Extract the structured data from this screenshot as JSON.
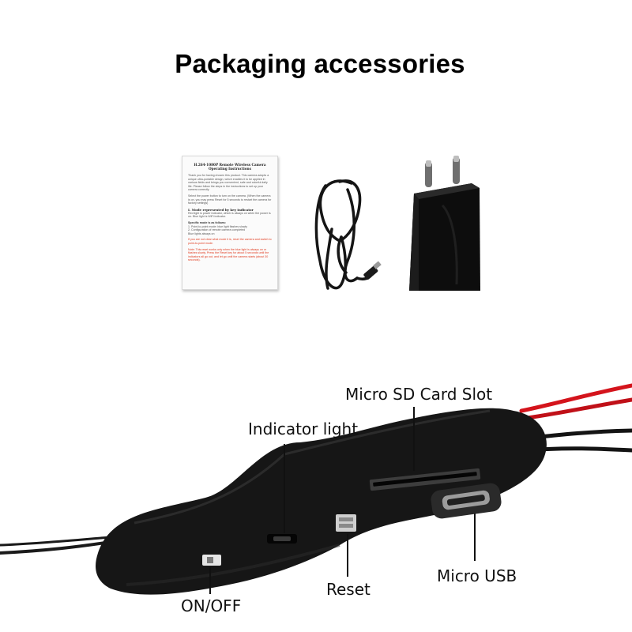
{
  "title": "Packaging accessories",
  "manual": {
    "title": "H.264-1080P Remote Wireless Camera Operating Instructions",
    "intro": "Thank you for having chosen this product. This camera adopts a unique ultra-portable design, which enables it to be applied in various fields and brings you convenient, safe and colorful daily life. Please follow the steps in the instructions to set up your camera correctly.",
    "power": "Select the power button to turn on the camera. (When the camera is on, you may press Reset for 5 seconds to restart the camera for factory settings)",
    "section": "I. Mode represented by key indicator",
    "indicator": "Red light is power indicator, which is always on when the power is on. Blue light is WiFi indicator.",
    "specific": "Specific mode is as follows:",
    "mode1": "1. Point-to-point mode: blue light flashes slowly",
    "mode2": "2. Configuration of remote camera completed",
    "mode3": "Blue lights always on",
    "note1": "If you are not clear what mode it is, reset the camera and switch to point-to-point mode.",
    "note2": "Note: This reset works only when the blue light is always on or flashes slowly. Press the Reset key for about 5 seconds until the indicators all go out, and let go until the camera starts (about 30 seconds)."
  },
  "labels": {
    "sd_slot": "Micro SD Card Slot",
    "indicator": "Indicator light",
    "reset": "Reset",
    "micro_usb": "Micro USB",
    "on_off": "ON/OFF"
  },
  "colors": {
    "wire_red": "#d4141c",
    "module_body": "#141414",
    "manual_note": "#e03a1e"
  }
}
